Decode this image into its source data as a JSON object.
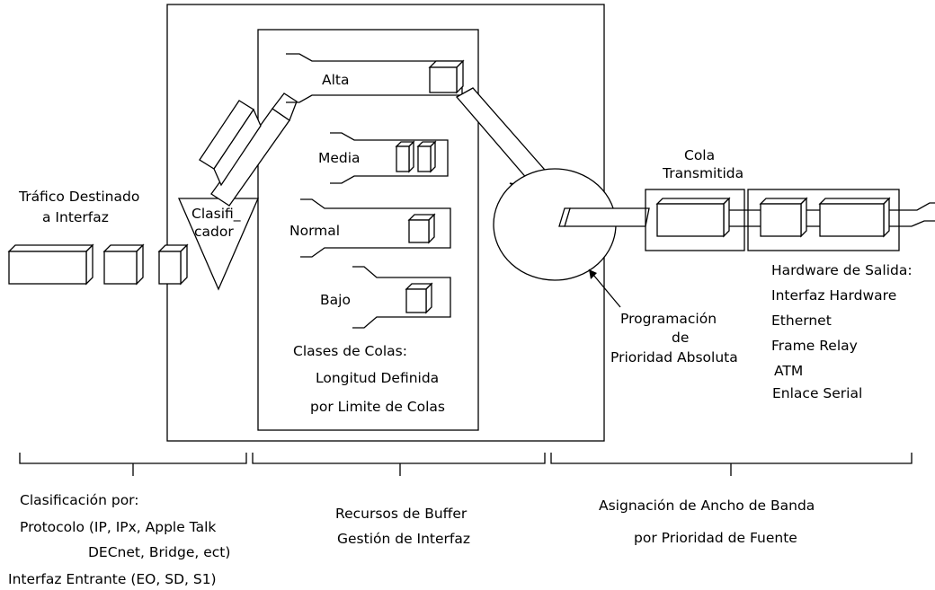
{
  "diagram": {
    "traffic_label": [
      "Tráfico Destinado",
      "a Interfaz"
    ],
    "classifier_label": [
      "Clasifi_",
      "cador"
    ],
    "queues": {
      "alta": "Alta",
      "media": "Media",
      "normal": "Normal",
      "bajo": "Bajo"
    },
    "queue_classes": [
      "Clases de Colas:",
      "Longitud Definida",
      "por Limite de Colas"
    ],
    "scheduler_label": [
      "Programación",
      "de",
      "Prioridad Absoluta"
    ],
    "transmitted_queue_label": [
      "Cola",
      "Transmitida"
    ],
    "output_hardware": [
      "Hardware de Salida:",
      "Interfaz Hardware",
      "Ethernet",
      "Frame Relay",
      "ATM",
      "Enlace Serial"
    ],
    "bottom": {
      "classification": [
        "Clasificación por:",
        "Protocolo (IP, IPx, Apple Talk",
        "DECnet, Bridge, ect)",
        "Interfaz Entrante  (EO, SD, S1)"
      ],
      "buffer": [
        "Recursos de Buffer",
        "Gestión de Interfaz"
      ],
      "bandwidth": [
        "Asignación de Ancho de Banda",
        "por Prioridad de Fuente"
      ]
    }
  }
}
